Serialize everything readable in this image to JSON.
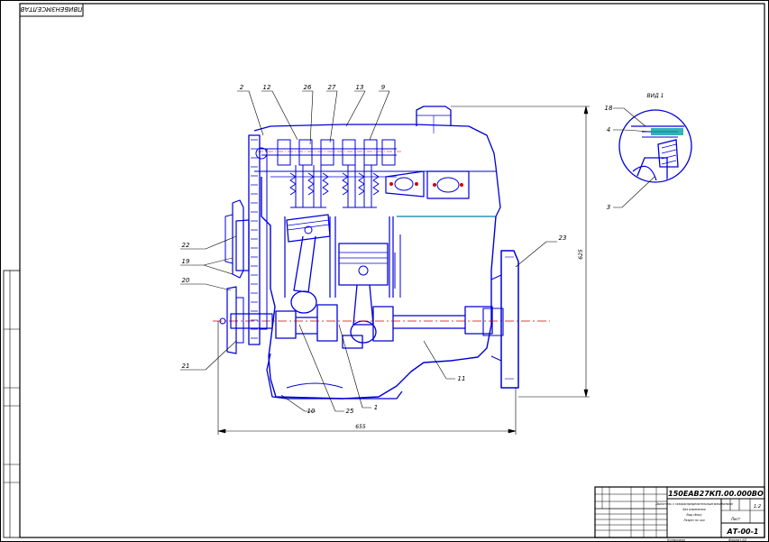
{
  "sheet": {
    "corner_stamp": "ПВИБЕНЗМСЕЛТАВ",
    "detail_label": "ВИД 1"
  },
  "callouts": {
    "c2": "2",
    "c12": "12",
    "c26": "26",
    "c27": "27",
    "c13": "13",
    "c9": "9",
    "c22": "22",
    "c19": "19",
    "c20": "20",
    "c21_left": "21",
    "c10": "10",
    "c25": "25",
    "c1": "1",
    "c11": "11",
    "c23": "23",
    "c18": "18",
    "c4": "4",
    "c3": "3"
  },
  "dimensions": {
    "width": "655",
    "height": "625"
  },
  "title_block": {
    "doc_number": "150ЕАВ27КП.00.000ВО",
    "title_line1": "Двигатель с газораспределительным механизмом",
    "title_line2": "Без изменения",
    "title_line3": "Вид сбоку",
    "title_line4": "Разрез по оси",
    "drawing_code": "АТ-00-1",
    "scale": "1:2",
    "sheet_label": "Лист",
    "format_label": "Формат А3",
    "copy_label": "Копировал"
  },
  "colors": {
    "drawing": "#0000d8",
    "dimension": "#000000",
    "axis": "#d40000",
    "highlight": "#00a0a0"
  }
}
